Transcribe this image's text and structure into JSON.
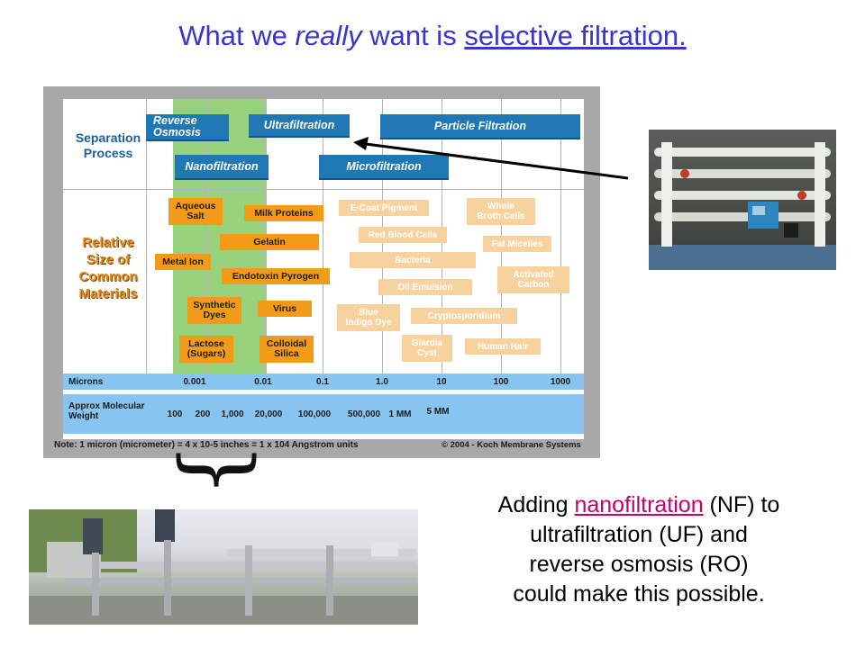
{
  "slide": {
    "title_pre": "What we ",
    "title_em": "really",
    "title_mid": " want is ",
    "title_link": "selective  filtration.",
    "caption_pre": "Adding ",
    "caption_link": "nanofiltration",
    "caption_l1_post": " (NF) to",
    "caption_l2": "ultrafiltration (UF) and",
    "caption_l3": "reverse osmosis (RO)",
    "caption_l4": "could make this possible.",
    "brace_glyph": "}"
  },
  "chart": {
    "row_labels": {
      "separation_1": "Separation",
      "separation_2": "Process",
      "materials_1": "Relative",
      "materials_2": "Size of",
      "materials_3": "Common",
      "materials_4": "Materials"
    },
    "processes": {
      "reverse_osmosis_1": "Reverse",
      "reverse_osmosis_2": "Osmosis",
      "ultrafiltration": "Ultrafiltration",
      "particle_filtration": "Particle Filtration",
      "nanofiltration": "Nanofiltration",
      "microfiltration": "Microfiltration"
    },
    "materials": {
      "aqueous_salt_1": "Aqueous",
      "aqueous_salt_2": "Salt",
      "milk_proteins": "Milk Proteins",
      "gelatin": "Gelatin",
      "metal_ion": "Metal Ion",
      "endotoxin": "Endotoxin Pyrogen",
      "synthetic_dyes_1": "Synthetic",
      "synthetic_dyes_2": "Dyes",
      "virus": "Virus",
      "lactose_1": "Lactose",
      "lactose_2": "(Sugars)",
      "colloidal_1": "Colloidal",
      "colloidal_2": "Silica",
      "ecoat": "E-Coat Pigment",
      "red_blood": "Red Blood Cells",
      "bacteria": "Bacteria",
      "oil": "Oil Emulsion",
      "blue_indigo_1": "Blue",
      "blue_indigo_2": "Indigo Dye",
      "crypto": "Cryptosporidium",
      "giardia_1": "Giardia",
      "giardia_2": "Cyst",
      "whole_broth_1": "Whole",
      "whole_broth_2": "Broth Cells",
      "fat_micelles": "Fat Micelles",
      "activated_1": "Activated",
      "activated_2": "Carbon",
      "human_hair": "Human Hair"
    },
    "microns": {
      "label": "Microns",
      "ticks": [
        "0.001",
        "0.01",
        "0.1",
        "1.0",
        "10",
        "100",
        "1000"
      ]
    },
    "mw": {
      "label_1": "Approx Molecular",
      "label_2": "Weight",
      "ticks": [
        "100",
        "200",
        "1,000",
        "20,000",
        "100,000",
        "500,000",
        "1 MM",
        "5 MM"
      ]
    },
    "note": "Note: 1 micron (micrometer) = 4 x 10-5 inches = 1 x 104 Angstrom units",
    "copyright": "© 2004 - Koch Membrane Systems",
    "colors": {
      "process_blue": "#1f77b4",
      "material_orange": "#f29b18",
      "material_light": "#f7d29e",
      "band_green": "#98d27c",
      "scale_bar": "#87c4ef"
    }
  },
  "colors": {
    "title": "#3b35c8",
    "link_magenta": "#c4006a"
  }
}
